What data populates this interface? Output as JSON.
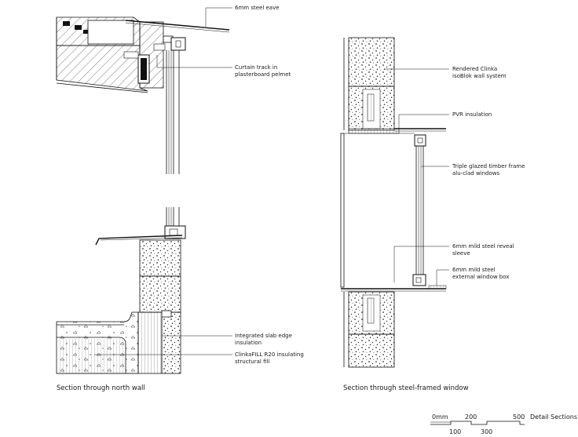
{
  "labels": {
    "steel_eave": "6mm steel eave",
    "curtain_track_1": "Curtain track in",
    "curtain_track_2": "plasterboard pelmet",
    "clinka_1": "Rendered Clinka",
    "clinka_2": "isoBlok wall system",
    "pvr": "PVR insulation",
    "triple_1": "Triple glazed timber frame",
    "triple_2": "alu-clad windows",
    "reveal_1": "6mm mild steel reveal",
    "reveal_2": "sleeve",
    "box_1": "6mm mild steel",
    "box_2": "external window box",
    "slab_1": "Integrated slab edge",
    "slab_2": "insulation",
    "fill_1": "ClinkaFILL R20 insulating",
    "fill_2": "structural fill"
  },
  "captions": {
    "left": "Section through north wall",
    "right": "Section through steel-framed window"
  },
  "scale_bar": {
    "top_ticks": [
      "0mm",
      "200",
      "500"
    ],
    "bottom_ticks": [
      "100",
      "300"
    ],
    "title": "Detail Sections"
  }
}
